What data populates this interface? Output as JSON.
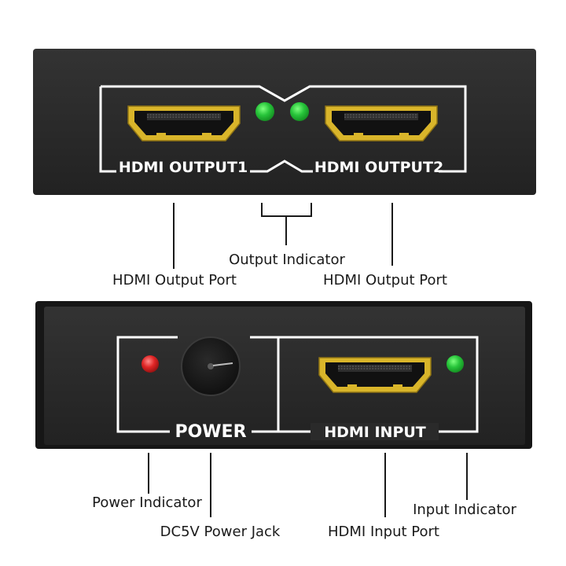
{
  "top_panel": {
    "output1_label": "HDMI OUTPUT1",
    "output2_label": "HDMI OUTPUT2"
  },
  "bottom_panel": {
    "power_label": "POWER",
    "input_label": "HDMI INPUT"
  },
  "callouts": {
    "output_port_left": "HDMI Output Port",
    "output_indicator": "Output Indicator",
    "output_port_right": "HDMI Output Port",
    "power_indicator": "Power Indicator",
    "power_jack": "DC5V Power Jack",
    "input_port": "HDMI Input Port",
    "input_indicator": "Input Indicator"
  },
  "colors": {
    "device_body": "#2b2b2b",
    "hdmi_gold": "#d9b52a",
    "led_green": "#27c43a",
    "led_red": "#e02525"
  }
}
